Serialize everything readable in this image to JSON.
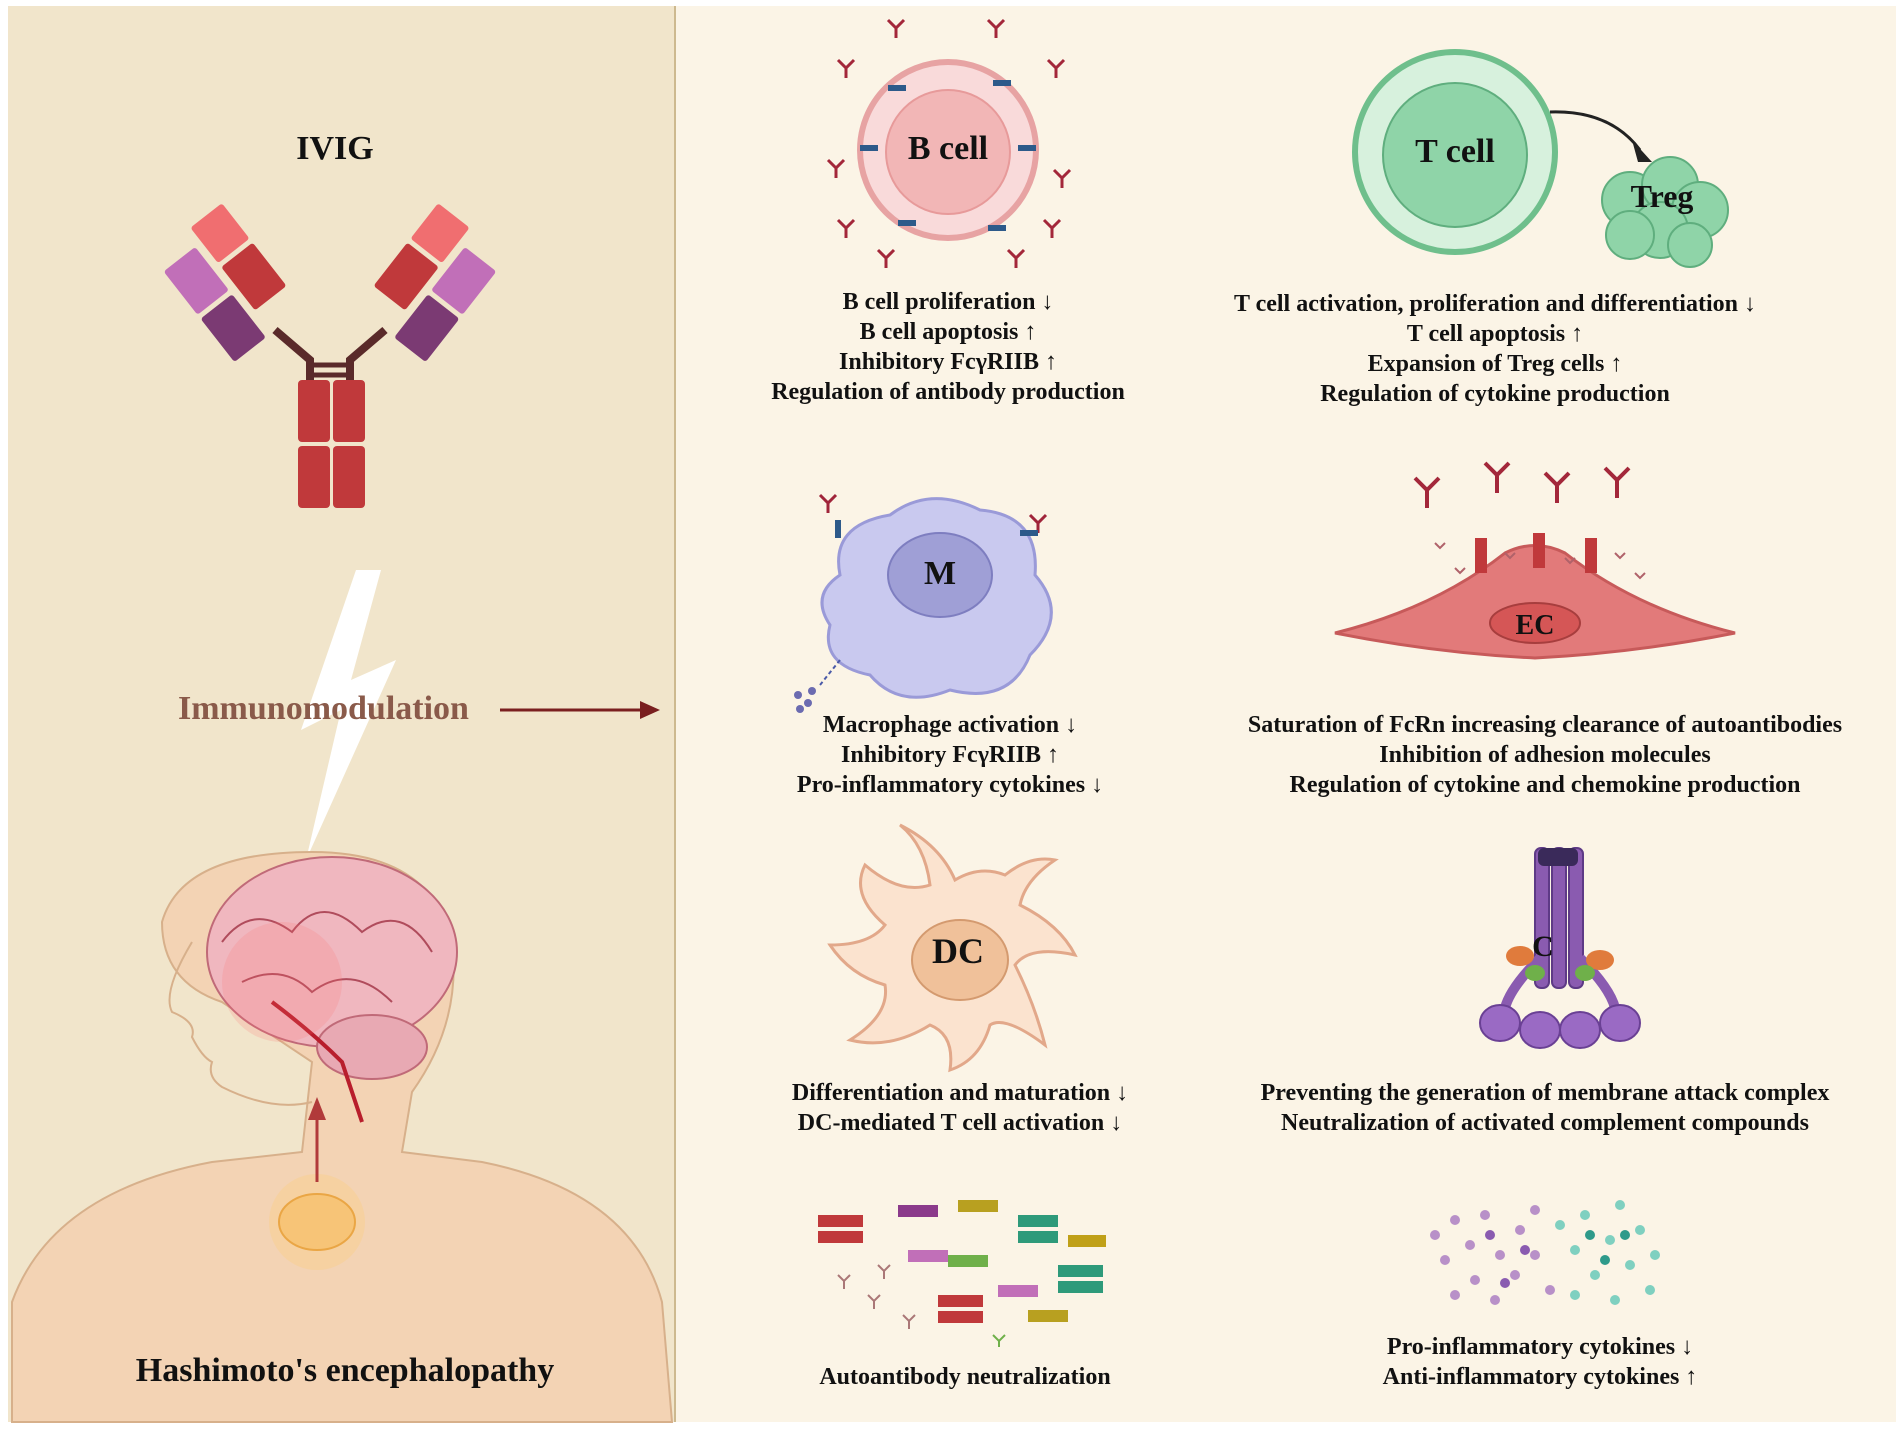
{
  "left_panel": {
    "ivig_title": "IVIG",
    "immunomodulation_label": "Immunomodulation",
    "disease_label": "Hashimoto's encephalopathy"
  },
  "panels": {
    "b_cell": {
      "label": "B cell",
      "lines": [
        "B cell proliferation ↓",
        "B cell apoptosis ↑",
        "Inhibitory FcγRIIB ↑",
        "Regulation of antibody production"
      ]
    },
    "t_cell": {
      "label": "T cell",
      "treg_label": "Treg",
      "lines": [
        "T cell activation, proliferation and differentiation ↓",
        "T cell apoptosis ↑",
        "Expansion of Treg cells ↑",
        "Regulation of cytokine production"
      ]
    },
    "macrophage": {
      "label": "M",
      "lines": [
        "Macrophage activation ↓",
        "Inhibitory FcγRIIB ↑",
        "Pro-inflammatory cytokines ↓"
      ]
    },
    "endothelial": {
      "label": "EC",
      "lines": [
        "Saturation of FcRn increasing clearance of autoantibodies",
        "Inhibition of adhesion molecules",
        "Regulation of cytokine and chemokine production"
      ]
    },
    "dendritic": {
      "label": "DC",
      "lines": [
        "Differentiation and maturation ↓",
        "DC-mediated T cell activation ↓"
      ]
    },
    "complement": {
      "label": "C",
      "lines": [
        "Preventing the generation of membrane attack complex",
        "Neutralization of activated complement compounds"
      ]
    },
    "autoantibody": {
      "lines": [
        "Autoantibody neutralization"
      ]
    },
    "cytokines": {
      "lines": [
        "Pro-inflammatory cytokines ↓",
        "Anti-inflammatory cytokines ↑"
      ]
    }
  },
  "colors": {
    "left_bg": "#f1e5cb",
    "right_bg": "#fbf4e6",
    "antibody_red": "#c0393b",
    "antibody_pink": "#f06e70",
    "antibody_purple": "#c16fb8",
    "antibody_dark_purple": "#7b3a73",
    "arrow_dark_red": "#7a1f1f",
    "immunomodulation_text": "#8a5a4a",
    "b_cell_pink": "#f2b6b6",
    "t_cell_green": "#7fcf9e",
    "macrophage_lavender": "#b9b9e6",
    "ec_red": "#e27a7a",
    "dc_peach": "#f6d2b4",
    "complement_purple": "#8a5bb0"
  }
}
